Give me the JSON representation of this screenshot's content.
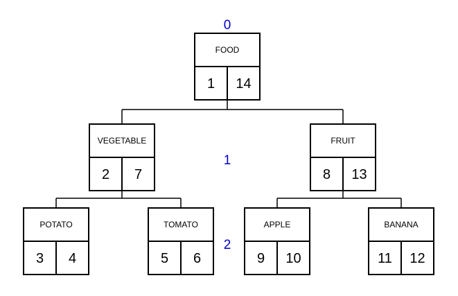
{
  "colors": {
    "stroke": "#000000",
    "text": "#000000",
    "level": "#0000cc"
  },
  "levels": [
    "0",
    "1",
    "2"
  ],
  "nodes": [
    {
      "id": "food",
      "label": "FOOD",
      "left": "1",
      "right": "14"
    },
    {
      "id": "vegetable",
      "label": "VEGETABLE",
      "left": "2",
      "right": "7"
    },
    {
      "id": "fruit",
      "label": "FRUIT",
      "left": "8",
      "right": "13"
    },
    {
      "id": "potato",
      "label": "POTATO",
      "left": "3",
      "right": "4"
    },
    {
      "id": "tomato",
      "label": "TOMATO",
      "left": "5",
      "right": "6"
    },
    {
      "id": "apple",
      "label": "APPLE",
      "left": "9",
      "right": "10"
    },
    {
      "id": "banana",
      "label": "BANANA",
      "left": "11",
      "right": "12"
    }
  ]
}
